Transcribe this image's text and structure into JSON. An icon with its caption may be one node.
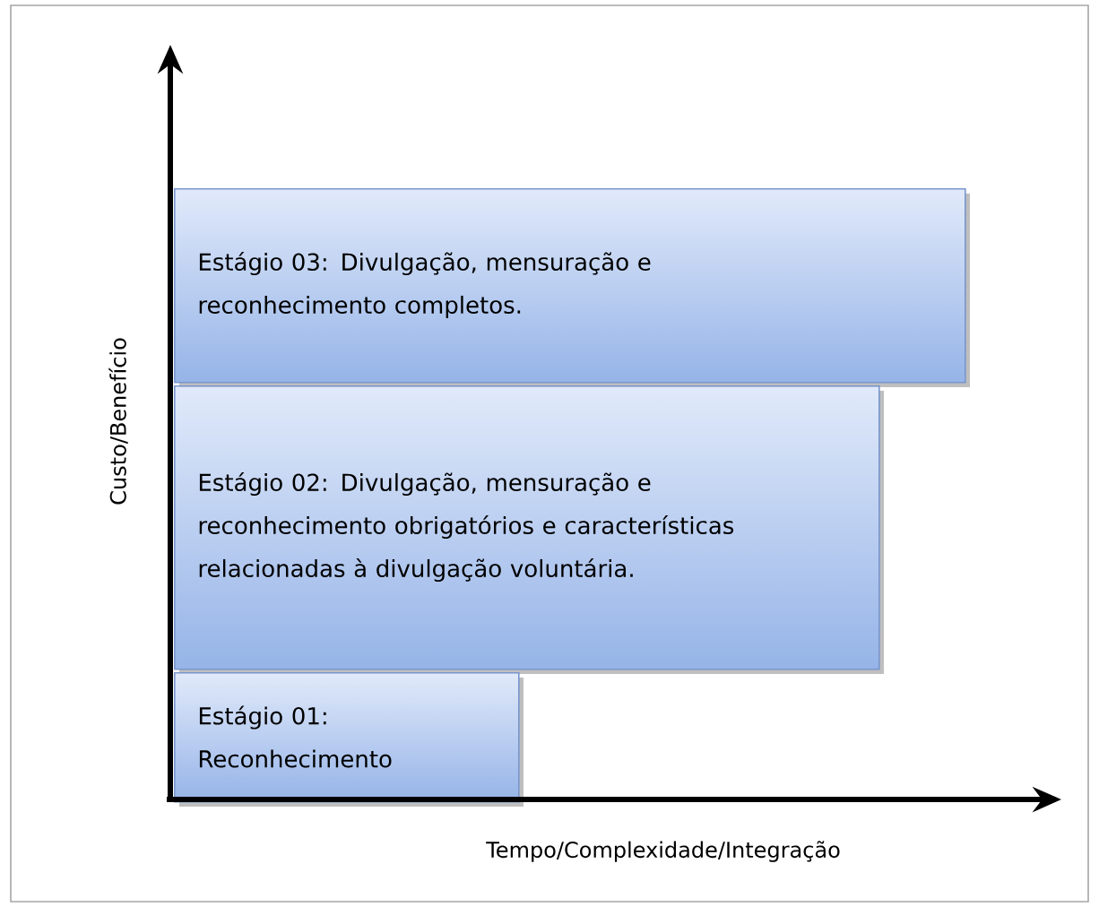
{
  "diagram": {
    "nodes": [
      {
        "text": [
          "Estágio 03: Divulgação, mensuração e reconhecimento completos."
        ]
      },
      {
        "text": [
          "Estágio 02: Divulgação, mensuração e reconhecimento obrigatórios e características relacionadas à divulgação voluntária."
        ]
      },
      {
        "text": [
          "Estágio 01: Reconhecimento"
        ]
      }
    ],
    "labels": [
      "Custo/Benefício",
      "Tempo/Complexidade/Integração"
    ]
  }
}
